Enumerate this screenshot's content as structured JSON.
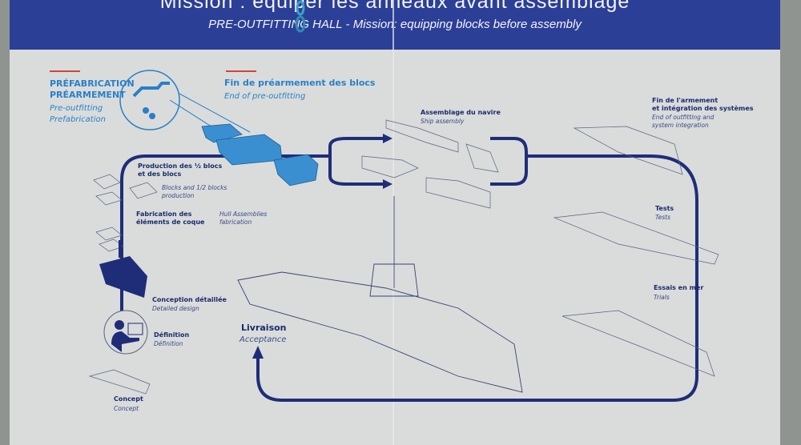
{
  "header": {
    "title": "Mission : équiper les anneaux avant assemblage",
    "subtitle": "PRE-OUTFITTING HALL - Mission: equipping blocks before assembly"
  },
  "steps": {
    "prefab": {
      "fr1": "PRÉFABRICATION",
      "fr2": "PRÉARMEMENT",
      "en1": "Pre-outfitting",
      "en2": "Prefabrication"
    },
    "end_preoutfit": {
      "fr": "Fin de préarmement des blocs",
      "en": "End of pre-outfitting"
    },
    "blocks": {
      "fr1": "Production des ½ blocs",
      "fr2": "et des blocs",
      "en1": "Blocks and 1/2 blocks",
      "en2": "production"
    },
    "hull": {
      "fr1": "Fabrication des",
      "fr2": "éléments de coque",
      "en1": "Hull Assemblies",
      "en2": "fabrication"
    },
    "detailed": {
      "fr": "Conception détaillée",
      "en": "Detailed design"
    },
    "definition": {
      "fr": "Définition",
      "en": "Définition"
    },
    "concept": {
      "fr": "Concept",
      "en": "Concept"
    },
    "assembly": {
      "fr": "Assemblage du navire",
      "en": "Ship assembly"
    },
    "integration": {
      "fr1": "Fin de l'armement",
      "fr2": "et intégration des systèmes",
      "en1": "End of outfitting and",
      "en2": "system integration"
    },
    "tests": {
      "fr": "Tests",
      "en": "Tests"
    },
    "trials": {
      "fr": "Essais en mer",
      "en": "Trials"
    },
    "delivery": {
      "fr": "Livraison",
      "en": "Acceptance"
    }
  },
  "colors": {
    "band": "#2c3f96",
    "flow": "#1f2d78",
    "accent": "#2a7fc8",
    "red": "#d0453a",
    "poster": "#d9dcdb"
  }
}
